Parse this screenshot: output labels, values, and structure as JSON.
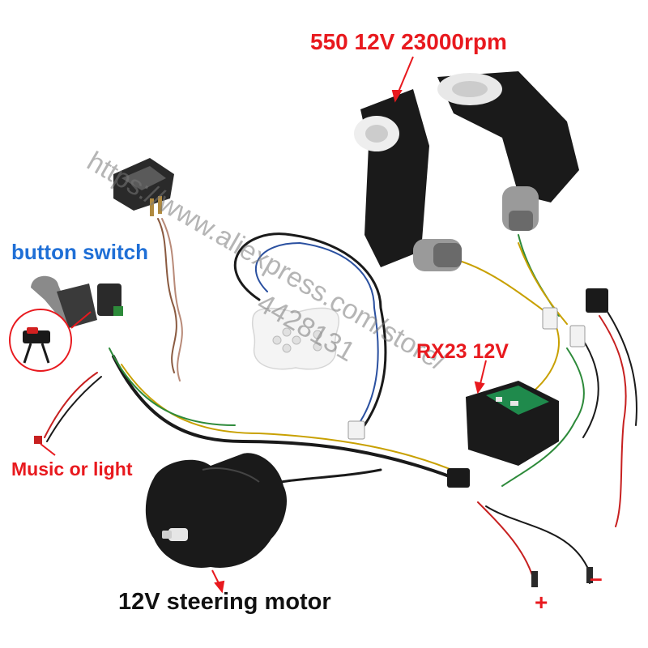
{
  "labels": {
    "drive_motor": "550 12V 23000rpm",
    "button_switch": "button switch",
    "receiver": "RX23 12V",
    "music_light": "Music or light",
    "steering_motor": "12V steering motor",
    "plus": "+",
    "minus": "–"
  },
  "watermark": {
    "url": "https://www.aliexpress.com/store/",
    "store_id": "4428131"
  },
  "colors": {
    "label_red": "#e8191e",
    "label_blue": "#1f6fd6",
    "body_black": "#1a1a1a",
    "pcb_green": "#1f8a4c",
    "remote_white": "#f4f4f4"
  }
}
